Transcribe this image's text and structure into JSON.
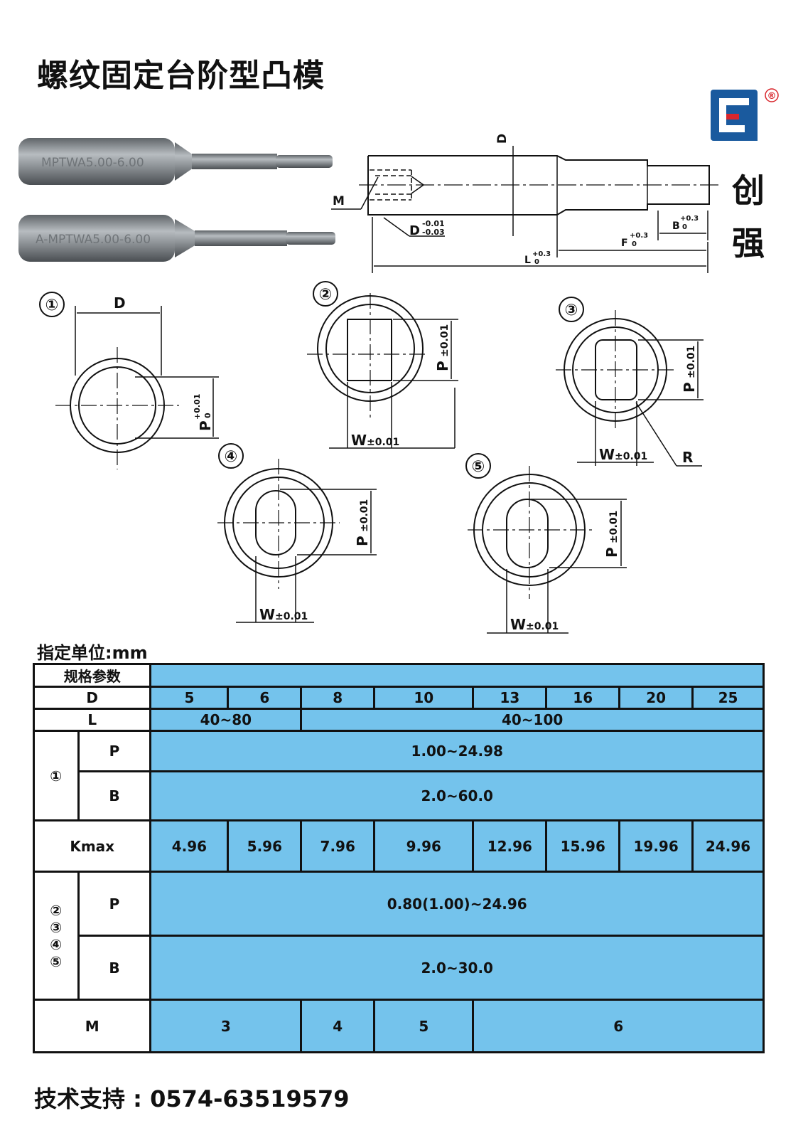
{
  "title": "螺纹固定台阶型凸模",
  "brand": {
    "char1": "创",
    "char2": "强",
    "registered": "®",
    "logo_color": "#1a5a9e"
  },
  "photo": {
    "pin1_text": "MPTWA5.00-6.00",
    "pin2_text": "A-MPTWA5.00-6.00"
  },
  "side_view": {
    "d_label": "D",
    "m_label": "M",
    "d_tol_label": "D",
    "d_tol_upper": "-0.01",
    "d_tol_lower": "-0.03",
    "b_label": "B",
    "b_tol_upper": "+0.3",
    "b_tol_lower": "0",
    "f_label": "F",
    "f_tol_upper": "+0.3",
    "f_tol_lower": "0",
    "l_label": "L",
    "l_tol_upper": "+0.3",
    "l_tol_lower": "0"
  },
  "shapes": [
    {
      "num": "①",
      "d_label": "D",
      "p_label": "P",
      "p_tol_upper": "+0.01",
      "p_tol_lower": "0"
    },
    {
      "num": "②",
      "p_label": "P",
      "p_tol": "±0.01",
      "w_label": "W",
      "w_tol": "±0.01"
    },
    {
      "num": "③",
      "p_label": "P",
      "p_tol": "±0.01",
      "w_label": "W",
      "w_tol": "±0.01",
      "r_label": "R"
    },
    {
      "num": "④",
      "p_label": "P",
      "p_tol": "±0.01",
      "w_label": "W",
      "w_tol": "±0.01"
    },
    {
      "num": "⑤",
      "p_label": "P",
      "p_tol": "±0.01",
      "w_label": "W",
      "w_tol": "±0.01"
    }
  ],
  "unit_label": "指定单位:mm",
  "table": {
    "colors": {
      "cell_bg": "#74c3ec",
      "border": "#111111"
    },
    "spec_header": "规格参数",
    "d_label": "D",
    "d_values": [
      "5",
      "6",
      "8",
      "10",
      "13",
      "16",
      "20",
      "25"
    ],
    "l_label": "L",
    "l_values": [
      "40~80",
      "40~100"
    ],
    "group1": {
      "label": "①",
      "p_label": "P",
      "p_value": "1.00~24.98",
      "b_label": "B",
      "b_value": "2.0~60.0"
    },
    "kmax_label": "Kmax",
    "kmax_values": [
      "4.96",
      "5.96",
      "7.96",
      "9.96",
      "12.96",
      "15.96",
      "19.96",
      "24.96"
    ],
    "group2": {
      "labels": [
        "②",
        "③",
        "④",
        "⑤"
      ],
      "p_label": "P",
      "p_value": "0.80(1.00)~24.96",
      "b_label": "B",
      "b_value": "2.0~30.0"
    },
    "m_label": "M",
    "m_values": [
      "3",
      "4",
      "5",
      "6"
    ]
  },
  "footer": "技术支持 : 0574-63519579"
}
